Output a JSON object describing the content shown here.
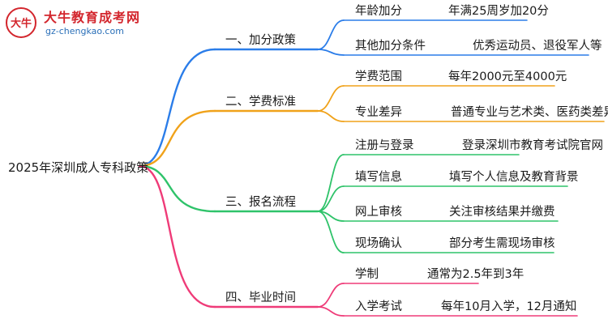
{
  "logo": {
    "title": "大牛教育成考网",
    "url": "gz-chengkao.com",
    "mark_text": "大牛"
  },
  "root": {
    "label": "2025年深圳成人专科政策"
  },
  "colors": {
    "blue": "#2b7de9",
    "orange": "#f0a21a",
    "green": "#2fc36a",
    "pink": "#ef3b78"
  },
  "branches": [
    {
      "label": "一、加分政策",
      "color": "blue",
      "items": [
        {
          "key": "年龄加分",
          "value": "年满25周岁加20分"
        },
        {
          "key": "其他加分条件",
          "value": "优秀运动员、退役军人等"
        }
      ]
    },
    {
      "label": "二、学费标准",
      "color": "orange",
      "items": [
        {
          "key": "学费范围",
          "value": "每年2000元至4000元"
        },
        {
          "key": "专业差异",
          "value": "普通专业与艺术类、医药类差异"
        }
      ]
    },
    {
      "label": "三、报名流程",
      "color": "green",
      "items": [
        {
          "key": "注册与登录",
          "value": "登录深圳市教育考试院官网"
        },
        {
          "key": "填写信息",
          "value": "填写个人信息及教育背景"
        },
        {
          "key": "网上审核",
          "value": "关注审核结果并缴费"
        },
        {
          "key": "现场确认",
          "value": "部分考生需现场审核"
        }
      ]
    },
    {
      "label": "四、毕业时间",
      "color": "pink",
      "items": [
        {
          "key": "学制",
          "value": "通常为2.5年到3年"
        },
        {
          "key": "入学考试",
          "value": "每年10月入学，12月通知"
        }
      ]
    }
  ]
}
